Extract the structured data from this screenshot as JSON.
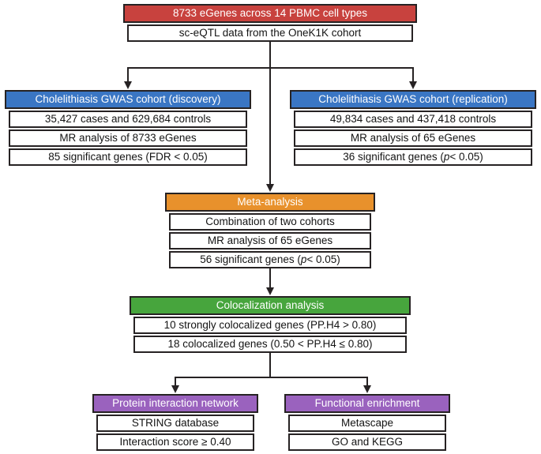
{
  "colors": {
    "red": "#C8423E",
    "blue": "#3A76C4",
    "orange": "#E8912C",
    "green": "#47A53D",
    "purple": "#9A62BE",
    "line": "#262223",
    "row_bg": "#FFFFFF"
  },
  "flow": {
    "source": {
      "header": "8733 eGenes across 14 PBMC cell types",
      "rows": [
        {
          "pre": "sc-eQTL data from the OneK1K cohort",
          "it": "",
          "post": ""
        }
      ]
    },
    "discovery": {
      "header": "Cholelithiasis GWAS cohort (discovery)",
      "rows": [
        {
          "pre": "35,427 cases and 629,684 controls",
          "it": "",
          "post": ""
        },
        {
          "pre": "MR analysis of 8733 eGenes",
          "it": "",
          "post": ""
        },
        {
          "pre": "85 significant genes (FDR < 0.05)",
          "it": "",
          "post": ""
        }
      ]
    },
    "replication": {
      "header": "Cholelithiasis GWAS cohort (replication)",
      "rows": [
        {
          "pre": "49,834 cases and 437,418 controls",
          "it": "",
          "post": ""
        },
        {
          "pre": "MR analysis of 65 eGenes",
          "it": "",
          "post": ""
        },
        {
          "pre": "36 significant genes (",
          "it": "p",
          "post": " < 0.05)"
        }
      ]
    },
    "meta": {
      "header": "Meta-analysis",
      "rows": [
        {
          "pre": "Combination of two cohorts",
          "it": "",
          "post": ""
        },
        {
          "pre": "MR analysis of 65 eGenes",
          "it": "",
          "post": ""
        },
        {
          "pre": "56 significant genes (",
          "it": "p",
          "post": " < 0.05)"
        }
      ]
    },
    "coloc": {
      "header": "Colocalization analysis",
      "rows": [
        {
          "pre": "10 strongly colocalized genes (PP.H4 > 0.80)",
          "it": "",
          "post": ""
        },
        {
          "pre": "18 colocalized genes (0.50 < PP.H4 ≤ 0.80)",
          "it": "",
          "post": ""
        }
      ]
    },
    "protein": {
      "header": "Protein interaction network",
      "rows": [
        {
          "pre": "STRING database",
          "it": "",
          "post": ""
        },
        {
          "pre": "Interaction score ≥ 0.40",
          "it": "",
          "post": ""
        }
      ]
    },
    "functional": {
      "header": "Functional enrichment",
      "rows": [
        {
          "pre": "Metascape",
          "it": "",
          "post": ""
        },
        {
          "pre": "GO and KEGG",
          "it": "",
          "post": ""
        }
      ]
    }
  }
}
